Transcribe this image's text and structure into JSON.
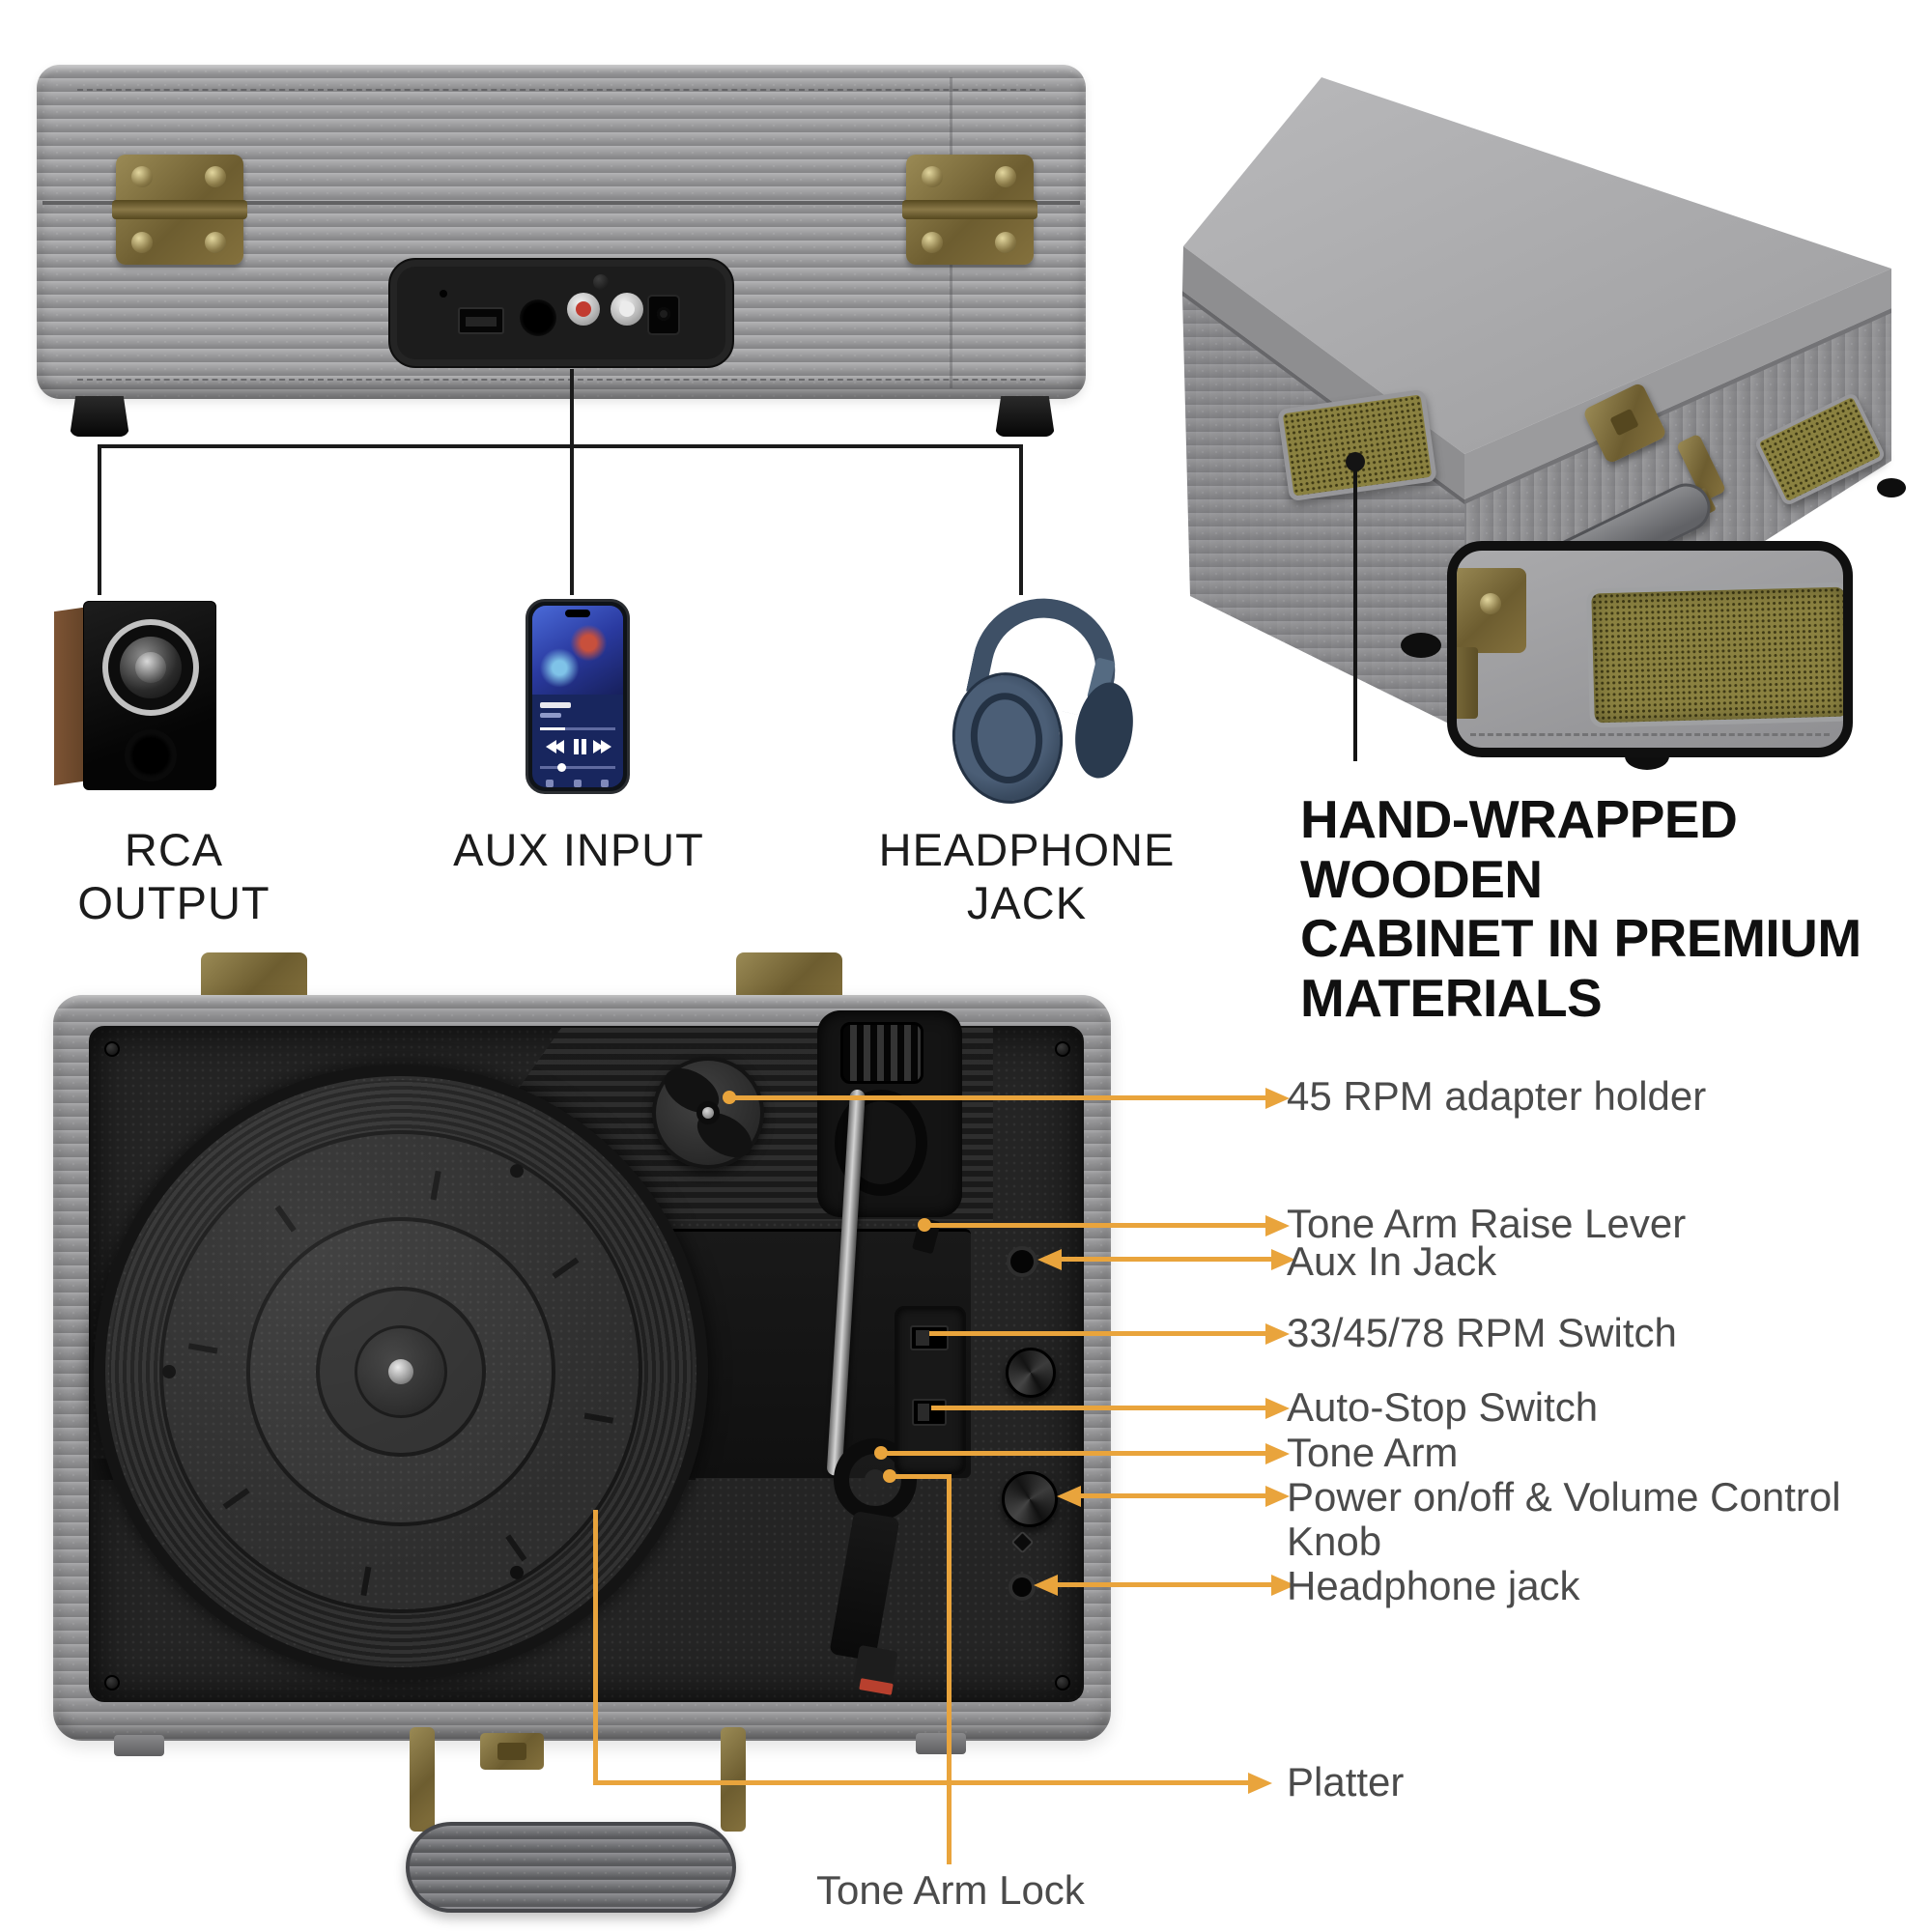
{
  "palette": {
    "accent_line": "#E9A43C",
    "connector_line": "#1B1B1B",
    "label_gray": "#4B4B4B",
    "label_dark": "#1C1C1C",
    "brass": "#8A7A48",
    "gold_grille": "#8A8140",
    "case_gray": "#9A9A9C"
  },
  "top_connections": {
    "items": [
      {
        "label": "RCA OUTPUT",
        "icon": "speaker-icon"
      },
      {
        "label": "AUX INPUT",
        "icon": "smartphone-icon"
      },
      {
        "label": "HEADPHONE JACK",
        "icon": "headphones-icon"
      }
    ]
  },
  "back_panel": {
    "ports": [
      "usb-port",
      "aux-in-recess",
      "rca-red-jack",
      "rca-white-jack",
      "dc-power-jack"
    ]
  },
  "cabinet_feature": {
    "caption": "HAND-WRAPPED WOODEN\nCABINET IN PREMIUM\nMATERIALS"
  },
  "turntable_callouts": [
    "45 RPM adapter holder",
    "Tone Arm Raise Lever",
    "Aux In Jack",
    "33/45/78 RPM Switch",
    "Auto-Stop Switch",
    "Tone Arm",
    "Power on/off & Volume Control\nKnob",
    "Headphone jack",
    "Platter",
    "Tone Arm Lock"
  ]
}
